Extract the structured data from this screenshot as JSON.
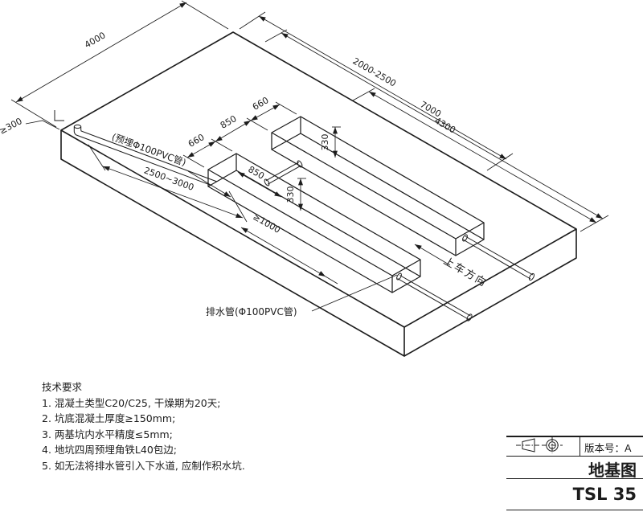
{
  "drawing": {
    "dimensions": {
      "slab_width": "4000",
      "platform_span": "2000-2500",
      "slab_length": "7000",
      "partial_length": "4300",
      "edge_margin": "≥300",
      "trench1_width": "660",
      "trench_gap": "850",
      "trench2_width": "660",
      "inner_offset": "850",
      "trench1_depth": "330",
      "trench2_depth": "330",
      "front_clearance": "≥1000",
      "pipe_run": "2500~3000"
    },
    "labels": {
      "embedded_pipe": "(预埋Φ100PVC管)",
      "drain_pipe": "排水管(Φ100PVC管)",
      "drive_direction": "上车方向"
    }
  },
  "notes": {
    "title": "技术要求",
    "items": [
      "1. 混凝土类型C20/C25, 干燥期为20天;",
      "2. 坑底混凝土厚度≥150mm;",
      "3. 两基坑内水平精度≤5mm;",
      "4. 地坑四周预埋角铁L40包边;",
      "5. 如无法将排水管引入下水道, 应制作积水坑."
    ]
  },
  "title_block": {
    "version_label": "版本号：A",
    "drawing_title": "地基图",
    "model": "TSL 35"
  },
  "colors": {
    "line": "#1c1c1c",
    "background": "#ffffff"
  }
}
